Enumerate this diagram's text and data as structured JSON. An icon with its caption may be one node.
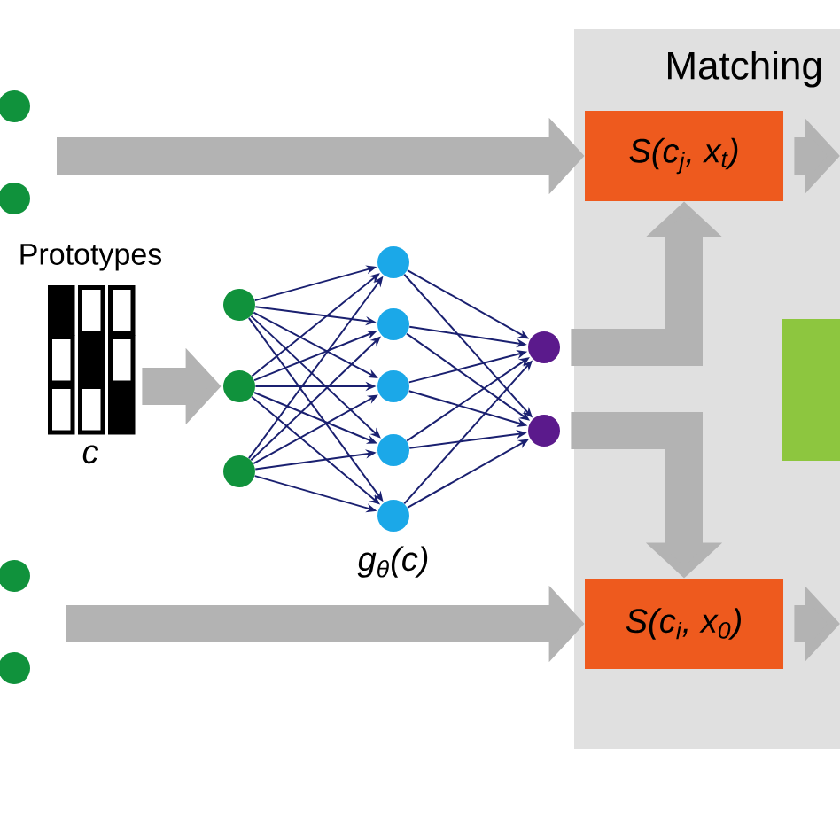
{
  "diagram": {
    "nodes": [
      {
        "text": [],
        "shape": "circle"
      },
      {
        "text": [],
        "shape": "circle"
      },
      {
        "text": [
          "Prototypes",
          "c"
        ]
      },
      {
        "text": [],
        "shape": "circle"
      },
      {
        "text": [],
        "shape": "circle"
      },
      {
        "text": [],
        "shape": "circle"
      },
      {
        "text": [],
        "shape": "circle"
      },
      {
        "text": [],
        "shape": "circle"
      },
      {
        "text": [],
        "shape": "circle"
      },
      {
        "text": [],
        "shape": "circle"
      },
      {
        "text": [],
        "shape": "circle"
      },
      {
        "text": [],
        "shape": "circle"
      },
      {
        "text": [],
        "shape": "circle"
      },
      {
        "text": [],
        "shape": "circle"
      },
      {
        "text": [],
        "shape": "circle"
      },
      {
        "text": [
          "Matching"
        ]
      },
      {
        "text": [
          "S(c$_{j}$, x$_{t}$)"
        ],
        "in": 15
      },
      {
        "text": [],
        "shape": "box",
        "in": 15
      },
      {
        "text": [
          "S(c$_{i}$, x$_{0}$)"
        ],
        "in": 15
      }
    ],
    "edges": [
      {
        "from": null,
        "to": 16,
        "arrow": "to",
        "style": "thick",
        "color": "#b3b3b3"
      },
      {
        "from": 2,
        "to": 4,
        "arrow": "to",
        "style": "thick",
        "color": "#b3b3b3"
      },
      {
        "from": 3,
        "to": 6,
        "arrow": "to"
      },
      {
        "from": 3,
        "to": 7,
        "arrow": "to"
      },
      {
        "from": 3,
        "to": 8,
        "arrow": "to"
      },
      {
        "from": 3,
        "to": 9,
        "arrow": "to"
      },
      {
        "from": 3,
        "to": 10,
        "arrow": "to"
      },
      {
        "from": 4,
        "to": 6,
        "arrow": "to"
      },
      {
        "from": 4,
        "to": 7,
        "arrow": "to"
      },
      {
        "from": 4,
        "to": 8,
        "arrow": "to"
      },
      {
        "from": 4,
        "to": 9,
        "arrow": "to"
      },
      {
        "from": 4,
        "to": 10,
        "arrow": "to"
      },
      {
        "from": 5,
        "to": 6,
        "arrow": "to"
      },
      {
        "from": 5,
        "to": 7,
        "arrow": "to"
      },
      {
        "from": 5,
        "to": 8,
        "arrow": "to"
      },
      {
        "from": 5,
        "to": 9,
        "arrow": "to"
      },
      {
        "from": 5,
        "to": 10,
        "arrow": "to"
      },
      {
        "from": 6,
        "to": 11,
        "arrow": "to"
      },
      {
        "from": 6,
        "to": 12,
        "arrow": "to"
      },
      {
        "from": 7,
        "to": 11,
        "arrow": "to"
      },
      {
        "from": 7,
        "to": 12,
        "arrow": "to"
      },
      {
        "from": 8,
        "to": 11,
        "arrow": "to"
      },
      {
        "from": 8,
        "to": 12,
        "arrow": "to"
      },
      {
        "from": 9,
        "to": 11,
        "arrow": "to"
      },
      {
        "from": 9,
        "to": 12,
        "arrow": "to"
      },
      {
        "from": 10,
        "to": 11,
        "arrow": "to"
      },
      {
        "from": 10,
        "to": 12,
        "arrow": "to"
      },
      {
        "from": 11,
        "to": 16,
        "arrow": "to",
        "style": "thick",
        "color": "#b3b3b3"
      },
      {
        "from": 12,
        "to": 18,
        "arrow": "to",
        "style": "thick",
        "color": "#b3b3b3"
      },
      {
        "from": null,
        "to": 18,
        "arrow": "to",
        "style": "thick",
        "color": "#b3b3b3"
      },
      {
        "from": 16,
        "to": null,
        "arrow": "to",
        "style": "thick",
        "color": "#b3b3b3"
      },
      {
        "from": 18,
        "to": null,
        "arrow": "to",
        "style": "thick",
        "color": "#b3b3b3"
      }
    ],
    "labels": [
      "g$_{θ}$(c)"
    ]
  }
}
